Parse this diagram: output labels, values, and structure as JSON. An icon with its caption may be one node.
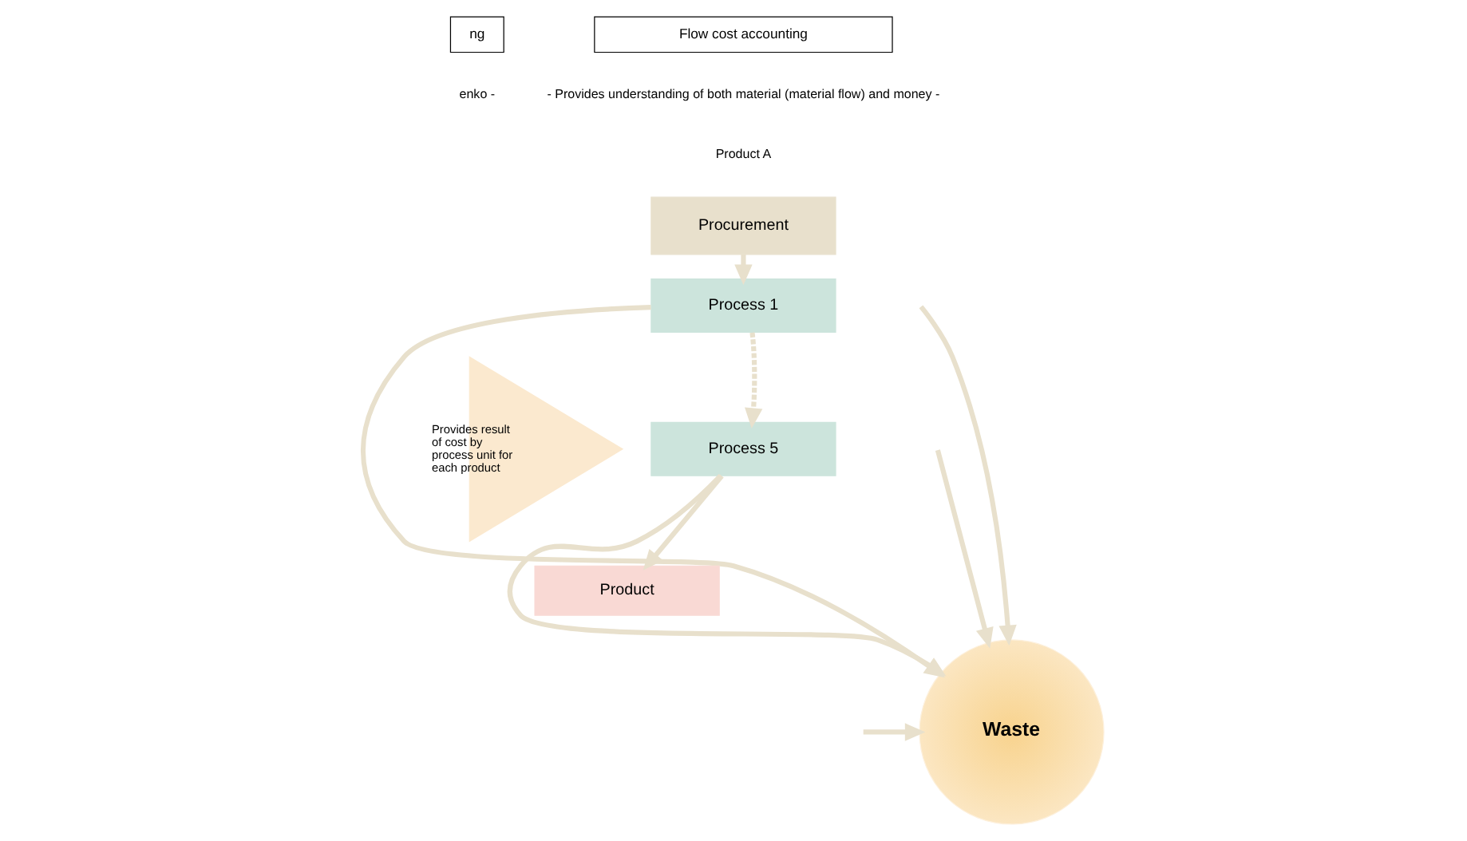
{
  "diagram": {
    "nodes": [
      {
        "text": [
          "ng"
        ]
      },
      {
        "text": [
          "Flow cost accounting"
        ]
      },
      {
        "text": [
          "Provides result of cost by process unit for each product"
        ]
      },
      {
        "text": [
          "Procurement"
        ]
      },
      {
        "text": [
          "Process 1"
        ]
      },
      {
        "text": [
          "Process 5"
        ]
      },
      {
        "text": [
          "Product"
        ]
      },
      {
        "text": [
          "Waste"
        ]
      }
    ],
    "edges": [
      {
        "from": 3,
        "to": 4,
        "arrow": "to"
      },
      {
        "from": 4,
        "to": 5,
        "arrow": "to",
        "style": "dashed"
      },
      {
        "from": 5,
        "to": 6,
        "arrow": "to"
      },
      {
        "from": 4,
        "to": 7,
        "arrow": "to"
      },
      {
        "from": null,
        "to": 7,
        "arrow": "to"
      },
      {
        "from": null,
        "to": 7,
        "arrow": "to"
      },
      {
        "from": null,
        "to": 7,
        "arrow": "to"
      },
      {
        "from": 5,
        "to": 7,
        "arrow": "to"
      }
    ],
    "labels": [
      "enko -",
      "- Provides understanding of both material (material flow) and money -",
      "Product A"
    ]
  }
}
